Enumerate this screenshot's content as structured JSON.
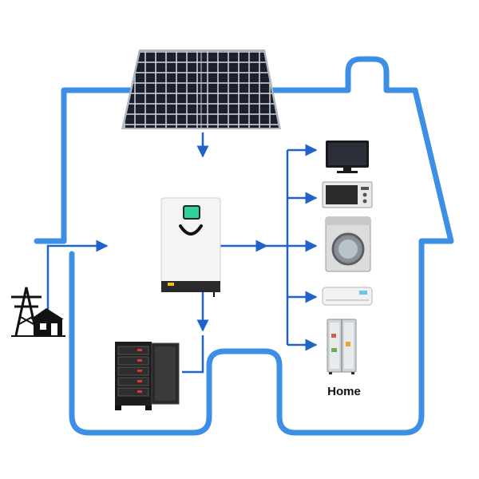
{
  "diagram": {
    "home_label": "Home",
    "colors": {
      "house_outline": "#3d8fe6",
      "flow_line": "#1f63c9",
      "panel_cell": "#1b1f2b",
      "inverter_body": "#f4f4f4",
      "inverter_base": "#2a2a2a",
      "screen": "#2fd09a"
    },
    "components": [
      {
        "name": "solar-panel",
        "icon": "solar-panel-icon"
      },
      {
        "name": "inverter",
        "icon": "inverter-icon"
      },
      {
        "name": "grid",
        "icon": "power-grid-icon"
      },
      {
        "name": "battery",
        "icon": "battery-cabinet-icon"
      },
      {
        "name": "tv",
        "icon": "tv-icon"
      },
      {
        "name": "microwave",
        "icon": "microwave-icon"
      },
      {
        "name": "washing-machine",
        "icon": "washing-machine-icon"
      },
      {
        "name": "air-conditioner",
        "icon": "air-conditioner-icon"
      },
      {
        "name": "refrigerator",
        "icon": "refrigerator-icon"
      }
    ]
  }
}
